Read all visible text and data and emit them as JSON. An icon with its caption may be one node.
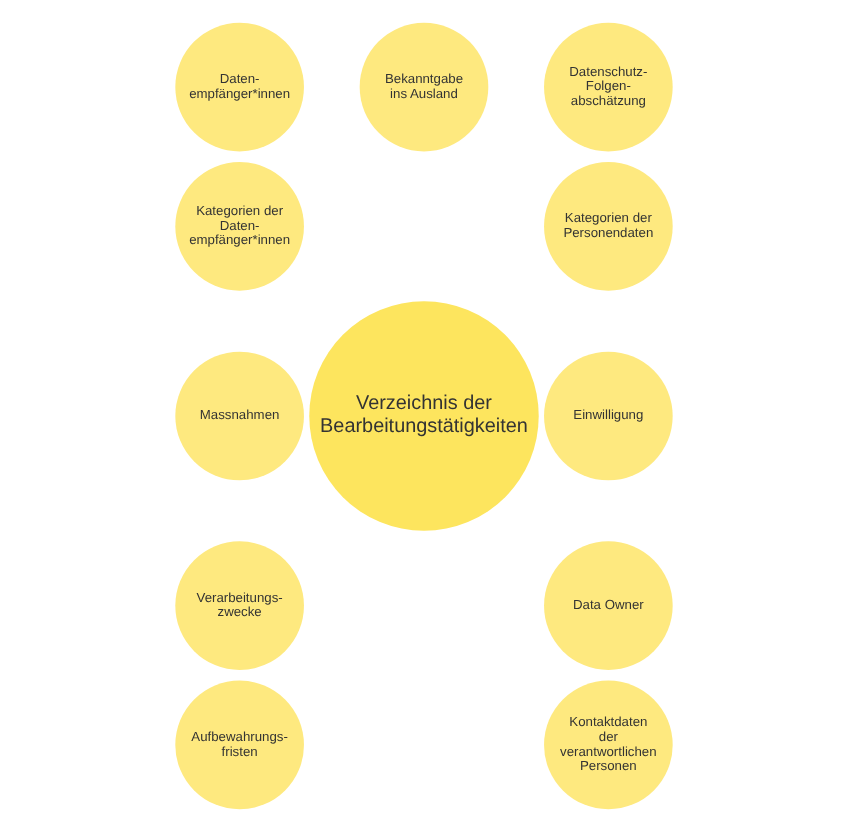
{
  "diagram": {
    "nodes": [
      {
        "text": [
          "Verzeichnis der Bearbeitungstätigkeiten"
        ]
      },
      {
        "text": [
          "Bekanntgabe ins Ausland"
        ]
      },
      {
        "text": [
          "Datenschutz- Folgen- abschätzung"
        ]
      },
      {
        "text": [
          "Kategorien der Personendaten"
        ]
      },
      {
        "text": [
          "Einwilligung"
        ]
      },
      {
        "text": [
          "Data Owner"
        ]
      },
      {
        "text": [
          "Kontaktdaten der verantwortlichen Personen"
        ]
      },
      {
        "text": [
          "Aufbewahrungs- fristen"
        ]
      },
      {
        "text": [
          "Verarbeitungs- zwecke"
        ]
      },
      {
        "text": [
          "Massnahmen"
        ]
      },
      {
        "text": [
          "Kategorien der Daten- empfänger*innen"
        ]
      },
      {
        "text": [
          "Daten- empfänger*innen"
        ]
      }
    ]
  }
}
